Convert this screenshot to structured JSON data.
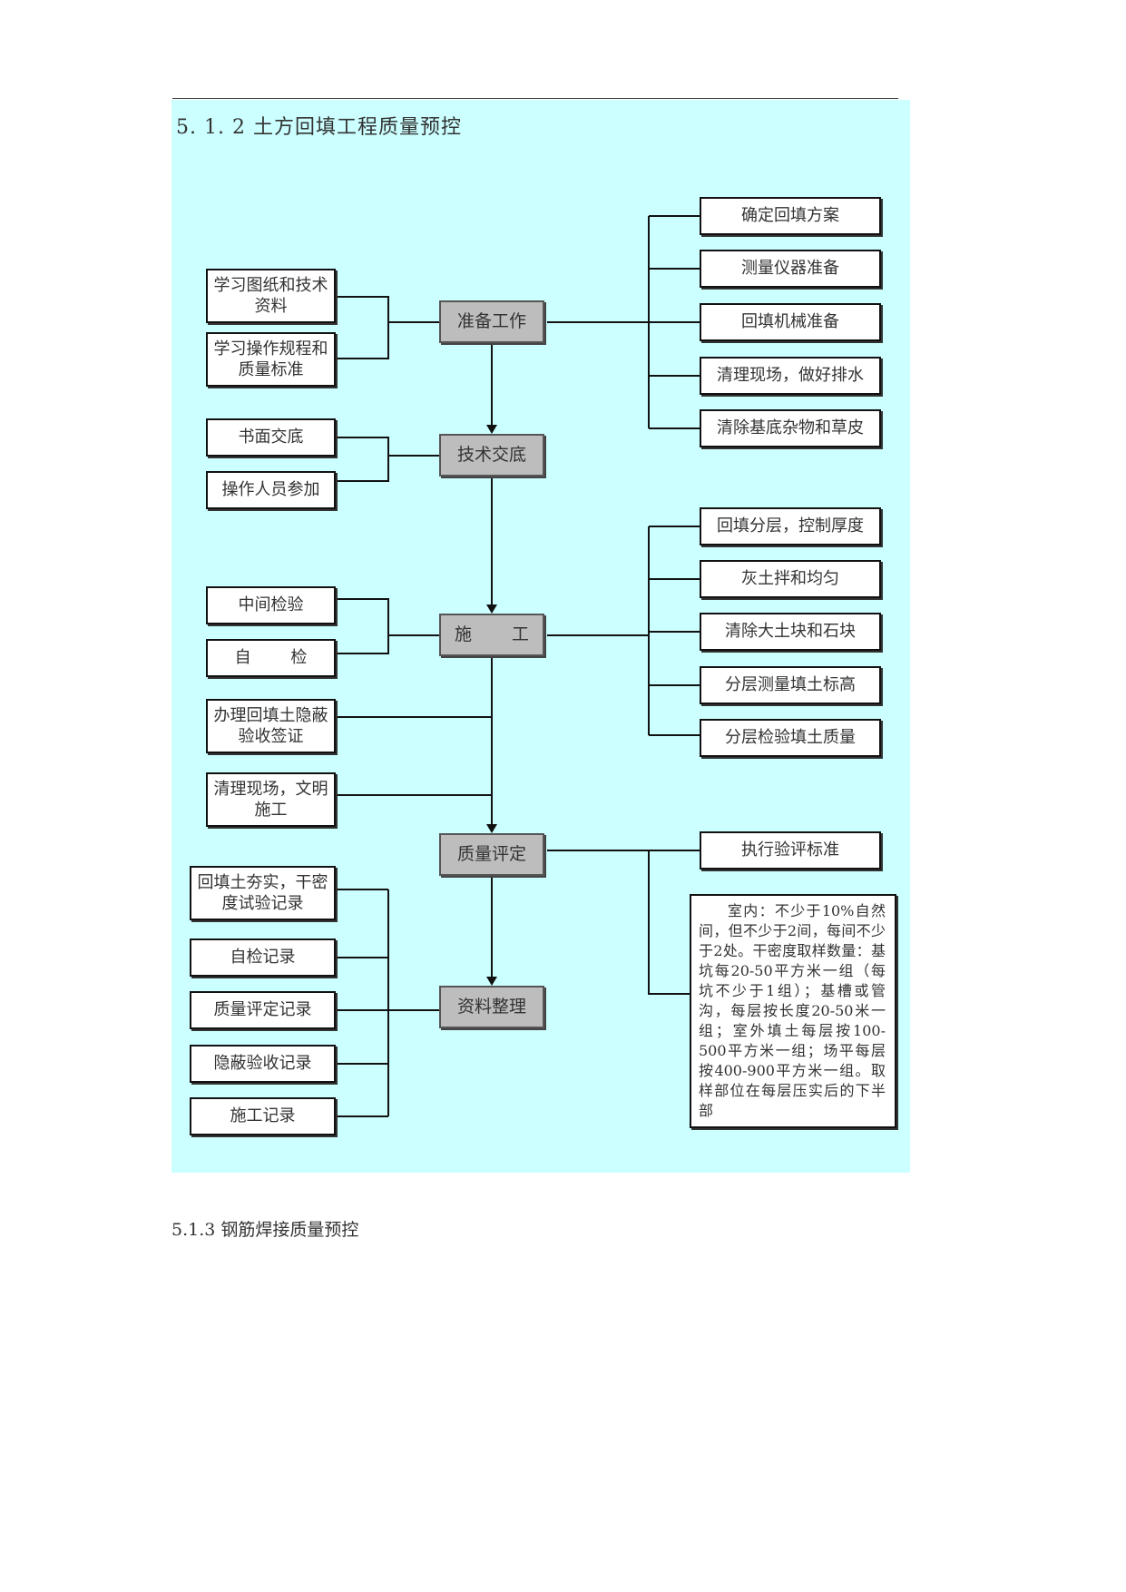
{
  "diagram": {
    "title": "5. 1. 2  土方回填工程质量预控",
    "main_steps": {
      "prepare": "准备工作",
      "disclosure": "技术交底",
      "construction": "施 工",
      "evaluation": "质量评定",
      "documents": "资料整理"
    },
    "prepare_left": [
      "学习图纸和技术资料",
      "学习操作规程和质量标准"
    ],
    "prepare_right": [
      "确定回填方案",
      "测量仪器准备",
      "回填机械准备",
      "清理现场，做好排水",
      "清除基底杂物和草皮"
    ],
    "disclosure_left": [
      "书面交底",
      "操作人员参加"
    ],
    "construction_left": [
      "中间检验",
      "自 检",
      "办理回填土隐蔽验收签证",
      "清理现场，文明施工"
    ],
    "construction_right": [
      "回填分层，控制厚度",
      "灰土拌和均匀",
      "清除大土块和石块",
      "分层测量填土标高",
      "分层检验填土质量"
    ],
    "evaluation_right": "执行验评标准",
    "evaluation_note": "室内：不少于10%自然间，但不少于2间，每间不少于2处。干密度取样数量：基坑每20-50平方米一组（每坑不少于1组）；基槽或管沟，每层按长度20-50米一组；室外填土每层按100-500平方米一组；场平每层按400-900平方米一组。取样部位在每层压实后的下半部",
    "documents_left": [
      "回填土夯实，干密度试验记录",
      "自检记录",
      "质量评定记录",
      "隐蔽验收记录",
      "施工记录"
    ]
  },
  "next_section": "5.1.3  钢筋焊接质量预控"
}
